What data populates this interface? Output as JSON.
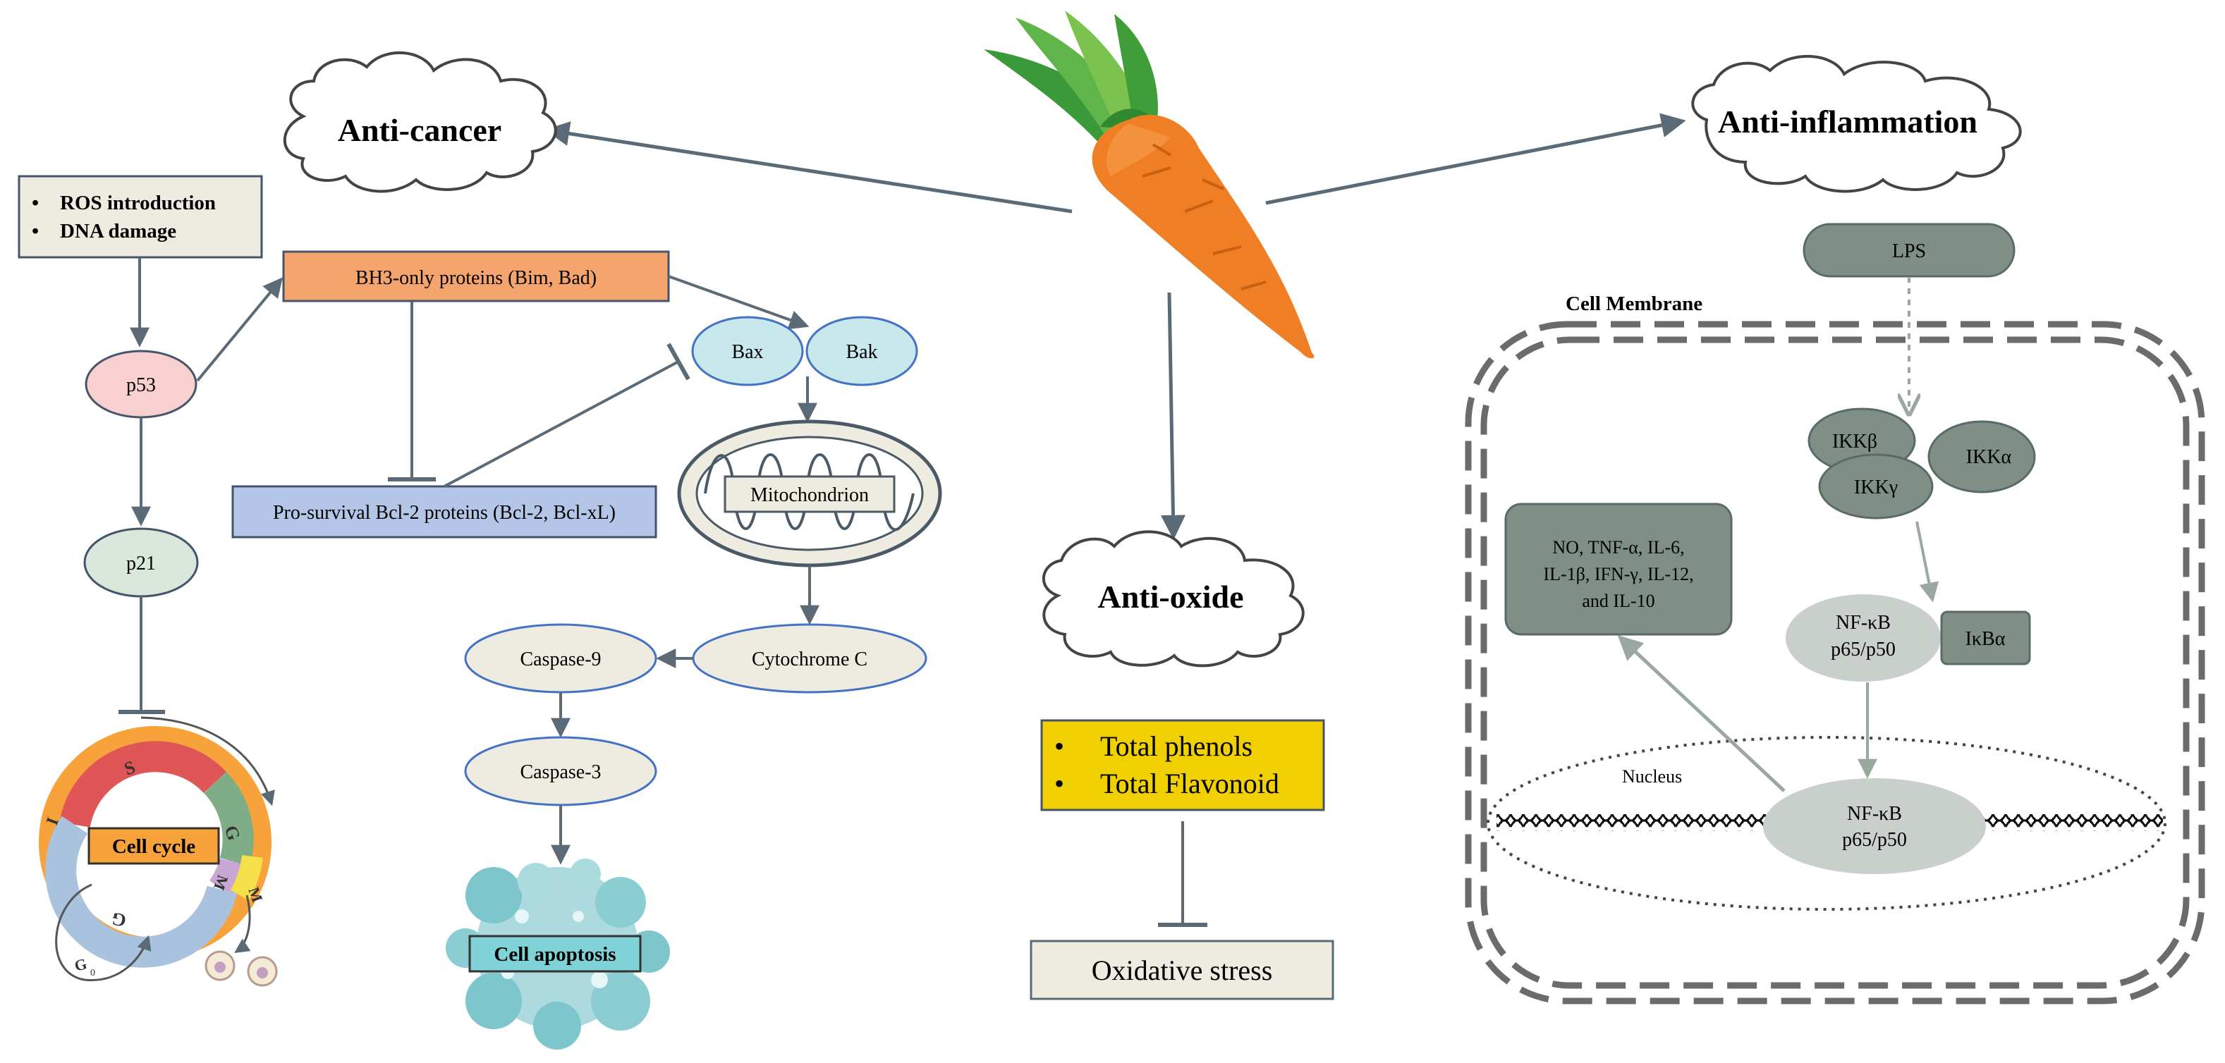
{
  "center": {
    "plant_icon": "carrot-icon"
  },
  "anti_cancer": {
    "title": "Anti-cancer",
    "triggers": [
      "ROS introduction",
      "DNA damage"
    ],
    "p53": "p53",
    "p21": "p21",
    "bh3": "BH3-only proteins (Bim, Bad)",
    "bcl2": "Pro-survival Bcl-2 proteins (Bcl-2, Bcl-xL)",
    "bax": "Bax",
    "bak": "Bak",
    "mitochondrion": "Mitochondrion",
    "cytochrome": "Cytochrome C",
    "caspase9": "Caspase-9",
    "caspase3": "Caspase-3",
    "apoptosis": "Cell apoptosis",
    "cell_cycle": {
      "label": "Cell cycle",
      "phases": [
        "S",
        "G",
        "M",
        "G",
        "I"
      ],
      "exit_label": "G"
    }
  },
  "anti_oxide": {
    "title": "Anti-oxide",
    "compounds": [
      "Total phenols",
      "Total Flavonoid"
    ],
    "target": "Oxidative stress"
  },
  "anti_inflammation": {
    "title": "Anti-inflammation",
    "lps": "LPS",
    "membrane_label": "Cell Membrane",
    "ikk": [
      "IKKβ",
      "IKKα",
      "IKKγ"
    ],
    "nfkb": [
      "NF-κB",
      "p65/p50"
    ],
    "ikba": "IκBα",
    "cytokines": [
      "NO, TNF-α, IL-6,",
      "IL-1β, IFN-γ, IL-12,",
      "and IL-10"
    ],
    "nucleus_label": "Nucleus",
    "nuclear_nfkb": [
      "NF-κB",
      "p65/p50"
    ]
  },
  "colors": {
    "arrow": "#5a6a76",
    "bh3_fill": "#f4a46c",
    "bcl2_fill": "#b4c6e7",
    "bax_fill": "#c8e8ec",
    "p53_fill": "#f8d0d0",
    "p21_fill": "#dae8dc",
    "cream": "#eeece1",
    "oxide_fill": "#f0d000",
    "gray_dark": "#7f8f86",
    "gray_light": "#c9cfcb"
  }
}
